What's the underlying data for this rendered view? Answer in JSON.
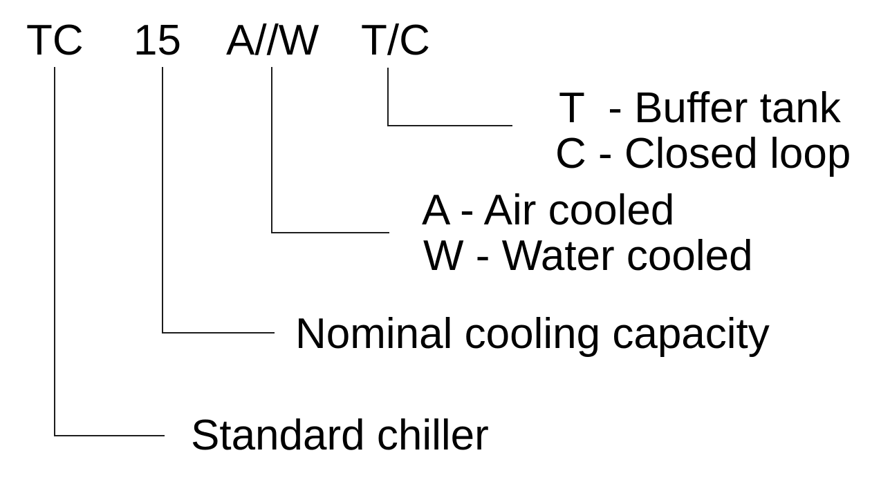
{
  "codes": {
    "series": "TC",
    "capacity": "15",
    "condenser": "A//W",
    "option": "T/C"
  },
  "labels": {
    "option_t": "T  - Buffer tank",
    "option_c": "C - Closed loop",
    "condenser_a": "A - Air cooled",
    "condenser_w": "W - Water cooled",
    "capacity": "Nominal cooling capacity",
    "series": "Standard chiller"
  },
  "colors": {
    "text": "#000000",
    "line": "#1c1c1c",
    "background": "#ffffff"
  }
}
